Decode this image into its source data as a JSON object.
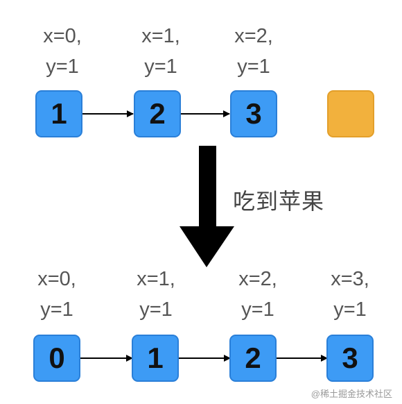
{
  "before": {
    "coords": [
      {
        "x": "x=0,",
        "y": "y=1"
      },
      {
        "x": "x=1,",
        "y": "y=1"
      },
      {
        "x": "x=2,",
        "y": "y=1"
      }
    ],
    "nodes": [
      "1",
      "2",
      "3"
    ]
  },
  "transition_label": "吃到苹果",
  "after": {
    "coords": [
      {
        "x": "x=0,",
        "y": "y=1"
      },
      {
        "x": "x=1,",
        "y": "y=1"
      },
      {
        "x": "x=2,",
        "y": "y=1"
      },
      {
        "x": "x=3,",
        "y": "y=1"
      }
    ],
    "nodes": [
      "0",
      "1",
      "2",
      "3"
    ]
  },
  "watermark": "@稀土掘金技术社区",
  "colors": {
    "snake_fill": "#3d9bf5",
    "apple_fill": "#f2b13d",
    "arrow": "#000000"
  }
}
